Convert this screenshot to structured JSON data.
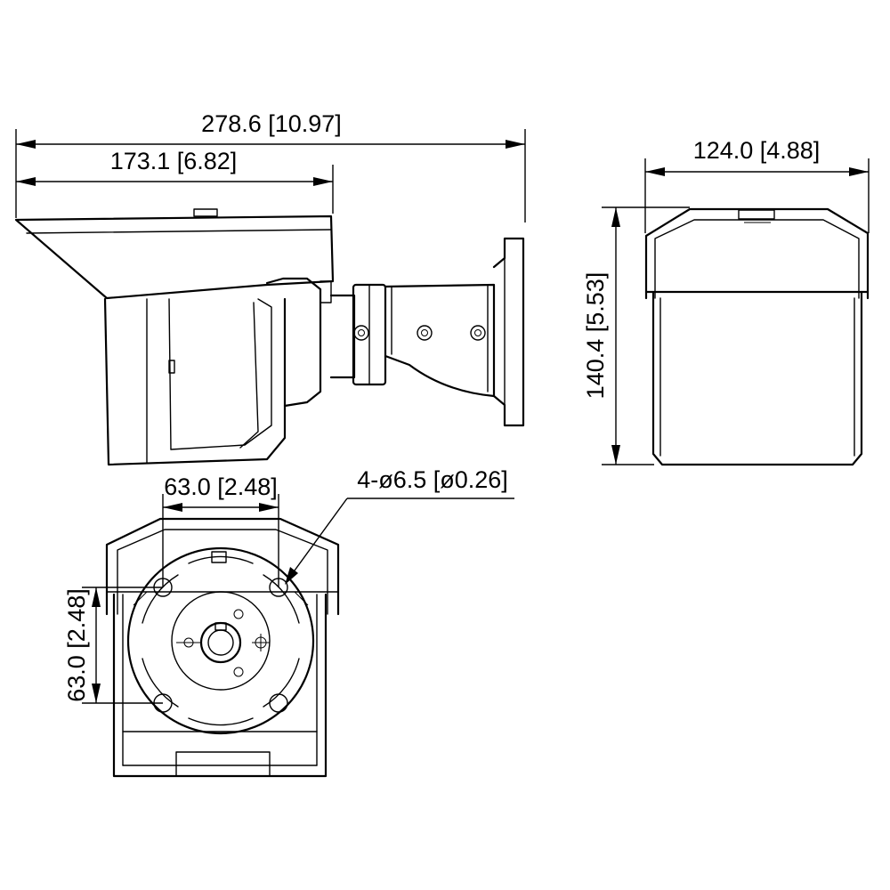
{
  "dimensions": {
    "overall_length": "278.6 [10.97]",
    "housing_length": "173.1 [6.82]",
    "width": "124.0 [4.88]",
    "height": "140.4 [5.53]",
    "hole_spacing_horizontal": "63.0 [2.48]",
    "hole_spacing_vertical": "63.0 [2.48]",
    "mounting_holes": "4-ø6.5 [ø0.26]"
  },
  "colors": {
    "line": "#000000",
    "background": "#ffffff"
  }
}
